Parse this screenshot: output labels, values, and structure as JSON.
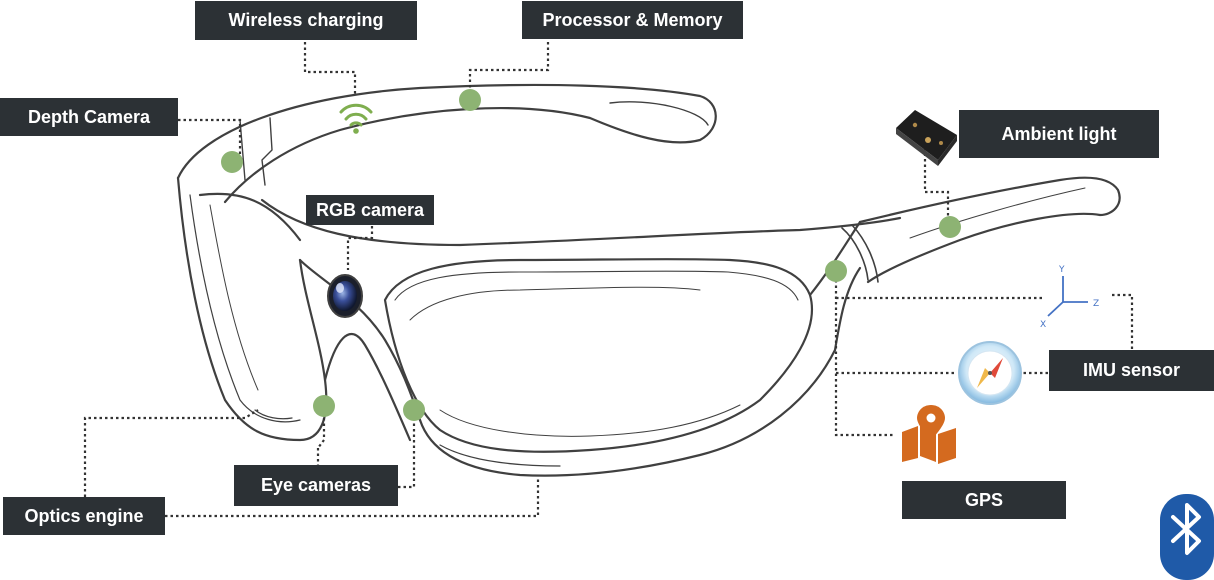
{
  "labels": {
    "wireless_charging": "Wireless charging",
    "processor_memory": "Processor & Memory",
    "depth_camera": "Depth Camera",
    "ambient_light": "Ambient light",
    "rgb_camera": "RGB camera",
    "imu_sensor": "IMU sensor",
    "eye_cameras": "Eye cameras",
    "optics_engine": "Optics engine",
    "gps": "GPS"
  },
  "axes": {
    "x": "X",
    "y": "Y",
    "z": "Z"
  },
  "colors": {
    "label_bg": "#2c3135",
    "label_text": "#ffffff",
    "marker": "#8db373",
    "leader": "#333333",
    "outline": "#404040",
    "wifi": "#7fae4f",
    "gps": "#d46a1f",
    "bluetooth": "#1f5aa8",
    "axes": "#4472c4"
  },
  "icons": [
    "wifi-icon",
    "ambient-light-sensor-icon",
    "imu-axes-icon",
    "compass-icon",
    "gps-map-icon",
    "bluetooth-icon"
  ]
}
